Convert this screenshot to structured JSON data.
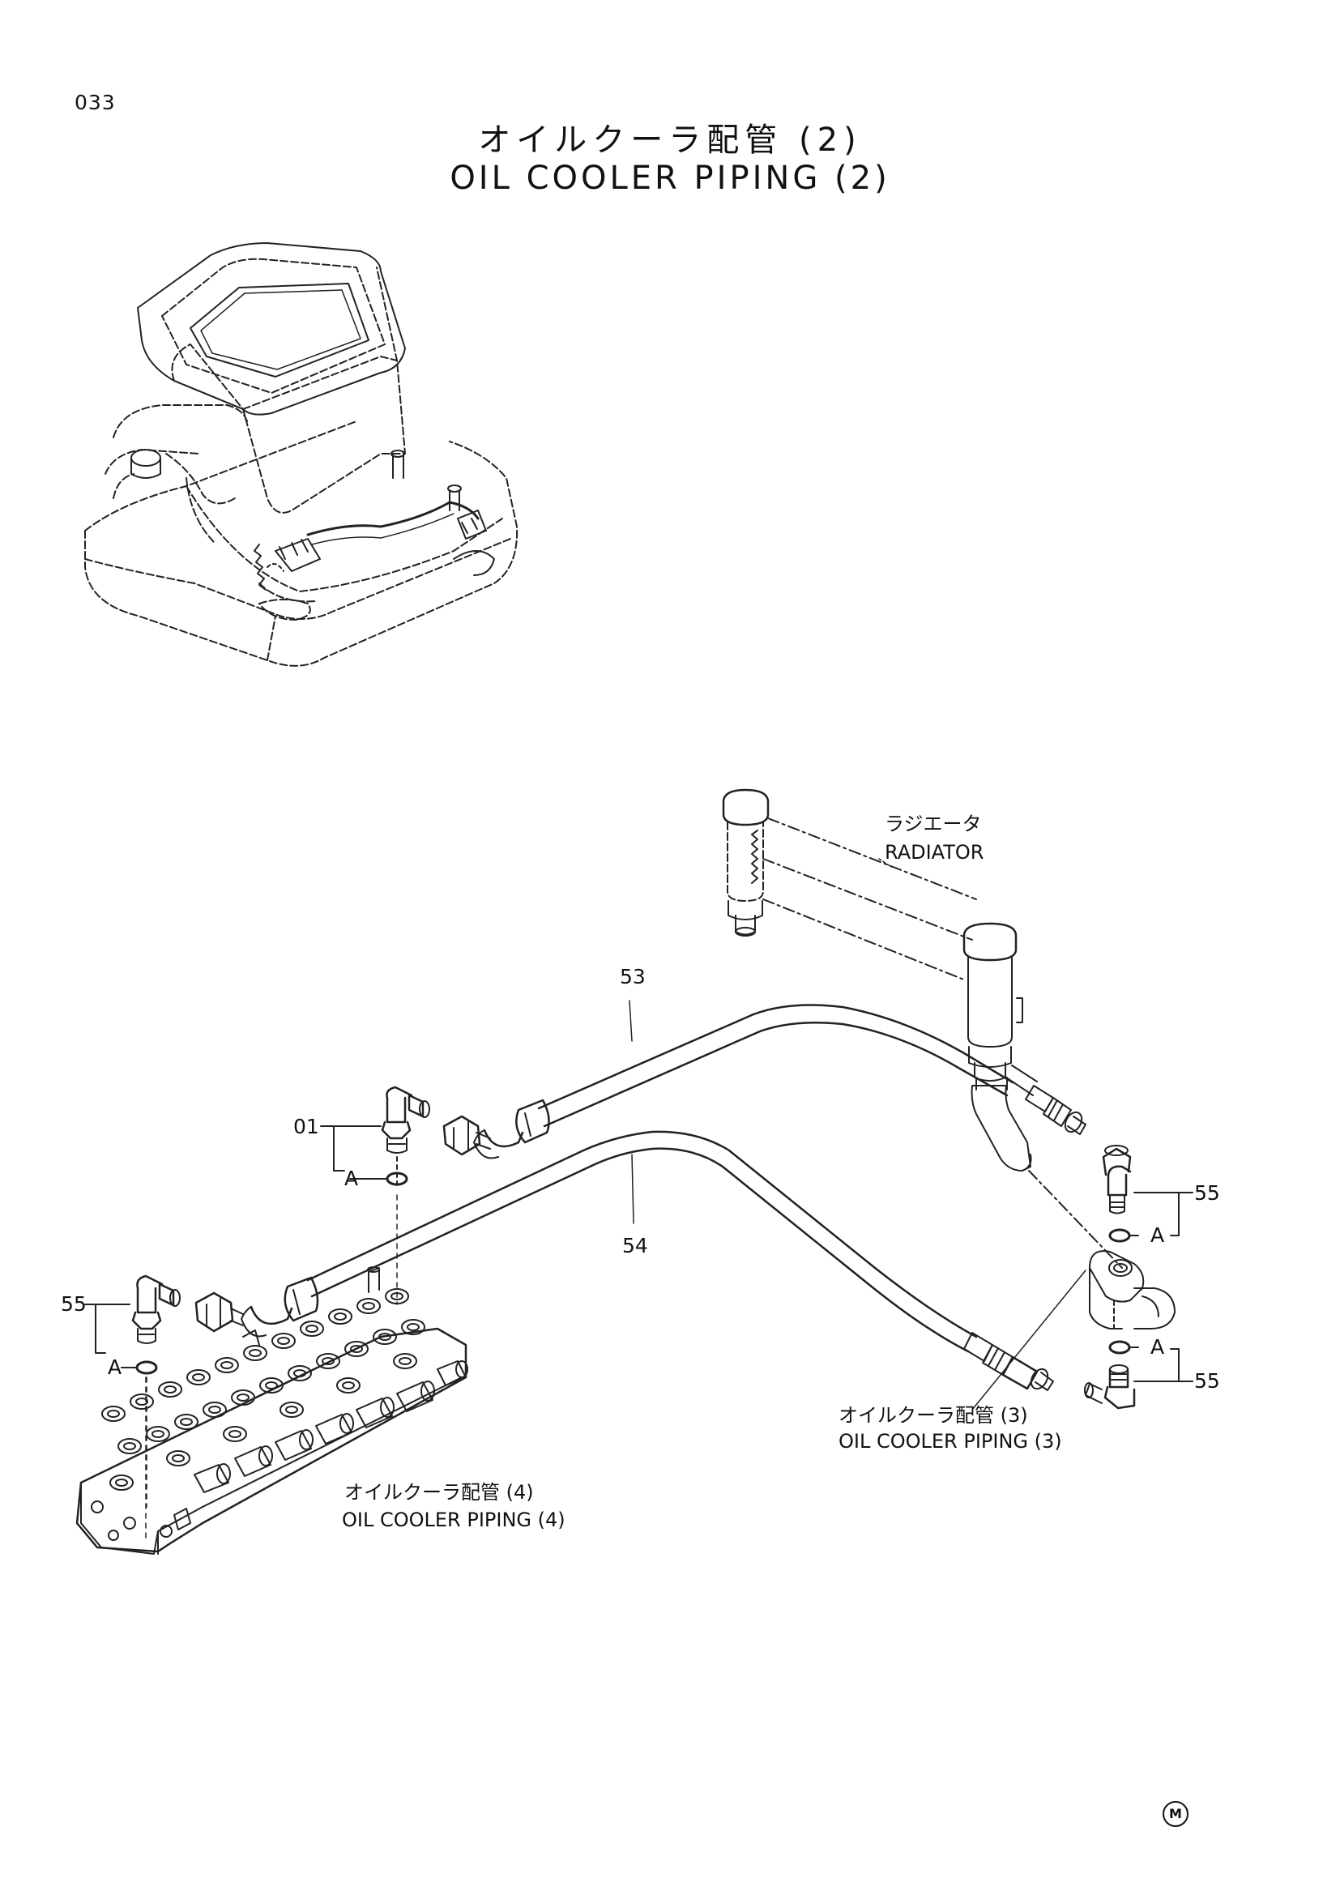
{
  "page": {
    "number": "033"
  },
  "title": {
    "jp": "オイルクーラ配管 (2)",
    "en": "OIL COOLER PIPING (2)"
  },
  "labels": {
    "radiator": {
      "jp": "ラジエータ",
      "en": "RADIATOR"
    },
    "piping3": {
      "jp": "オイルクーラ配管 (3)",
      "en": "OIL COOLER PIPING (3)"
    },
    "piping4": {
      "jp": "オイルクーラ配管 (4)",
      "en": "OIL COOLER PIPING (4)"
    }
  },
  "part_numbers": {
    "p53": "53",
    "p54": "54",
    "p01": "01",
    "p55_left": "55",
    "p55_right_top": "55",
    "p55_right_bottom": "55"
  },
  "callouts": {
    "a_upper": "A",
    "a_left": "A",
    "a_right_top": "A",
    "a_right_bottom": "A"
  },
  "mark": "M"
}
